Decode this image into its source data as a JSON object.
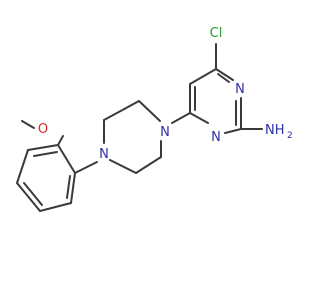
{
  "molecule": {
    "atoms": {
      "chlorine": "Cl",
      "amine": "NH",
      "amine_subscript": "2",
      "pyrimidine_n_upper": "N",
      "pyrimidine_n_lower": "N",
      "piperazine_n_upper": "N",
      "piperazine_n_lower": "N",
      "methoxy_oxygen": "O"
    }
  },
  "colors": {
    "bond": "#3a3a3a",
    "nitrogen": "#2e2ea8",
    "chlorine": "#2a9a2a",
    "oxygen": "#d42a2a",
    "background": "#ffffff"
  }
}
